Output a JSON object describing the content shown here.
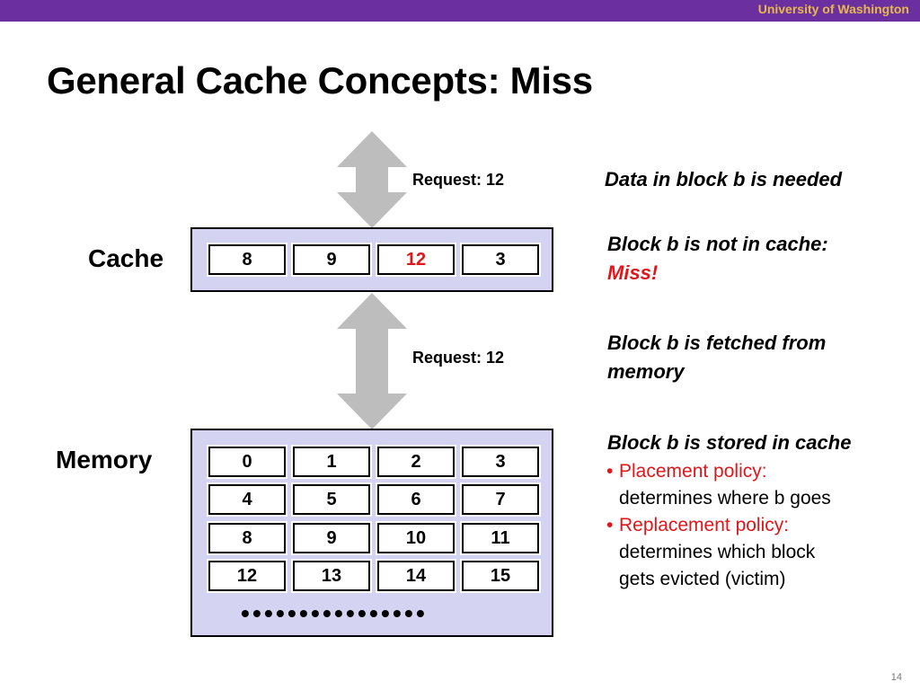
{
  "header": {
    "institution": "University of Washington"
  },
  "title": "General Cache Concepts: Miss",
  "labels": {
    "cache": "Cache",
    "memory": "Memory"
  },
  "requests": [
    "Request: 12",
    "Request: 12"
  ],
  "cache_cells": [
    "8",
    "9",
    "12",
    "3"
  ],
  "memory_cells": [
    "0",
    "1",
    "2",
    "3",
    "4",
    "5",
    "6",
    "7",
    "8",
    "9",
    "10",
    "11",
    "12",
    "13",
    "14",
    "15"
  ],
  "memory_ellipsis": "••••••••••••••••",
  "notes": {
    "n1": "Data in block b is needed",
    "n2": "Block b is not in cache:",
    "n2_miss": "Miss!",
    "n3a": "Block b is fetched from",
    "n3b": "memory",
    "n4": "Block b is stored in cache"
  },
  "bullets": [
    {
      "head": "Placement policy:",
      "lines": [
        "determines where b goes"
      ]
    },
    {
      "head": "Replacement policy:",
      "lines": [
        "determines which block",
        "gets evicted (victim)"
      ]
    }
  ],
  "bullet_glyph": "•",
  "page_number": "14",
  "colors": {
    "purple_bar": "#6b2fa0",
    "gold_text": "#e6b94c",
    "box_fill": "#d4d4f2",
    "arrow_gray": "#bdbdbd",
    "highlight_red": "#e0161b"
  }
}
